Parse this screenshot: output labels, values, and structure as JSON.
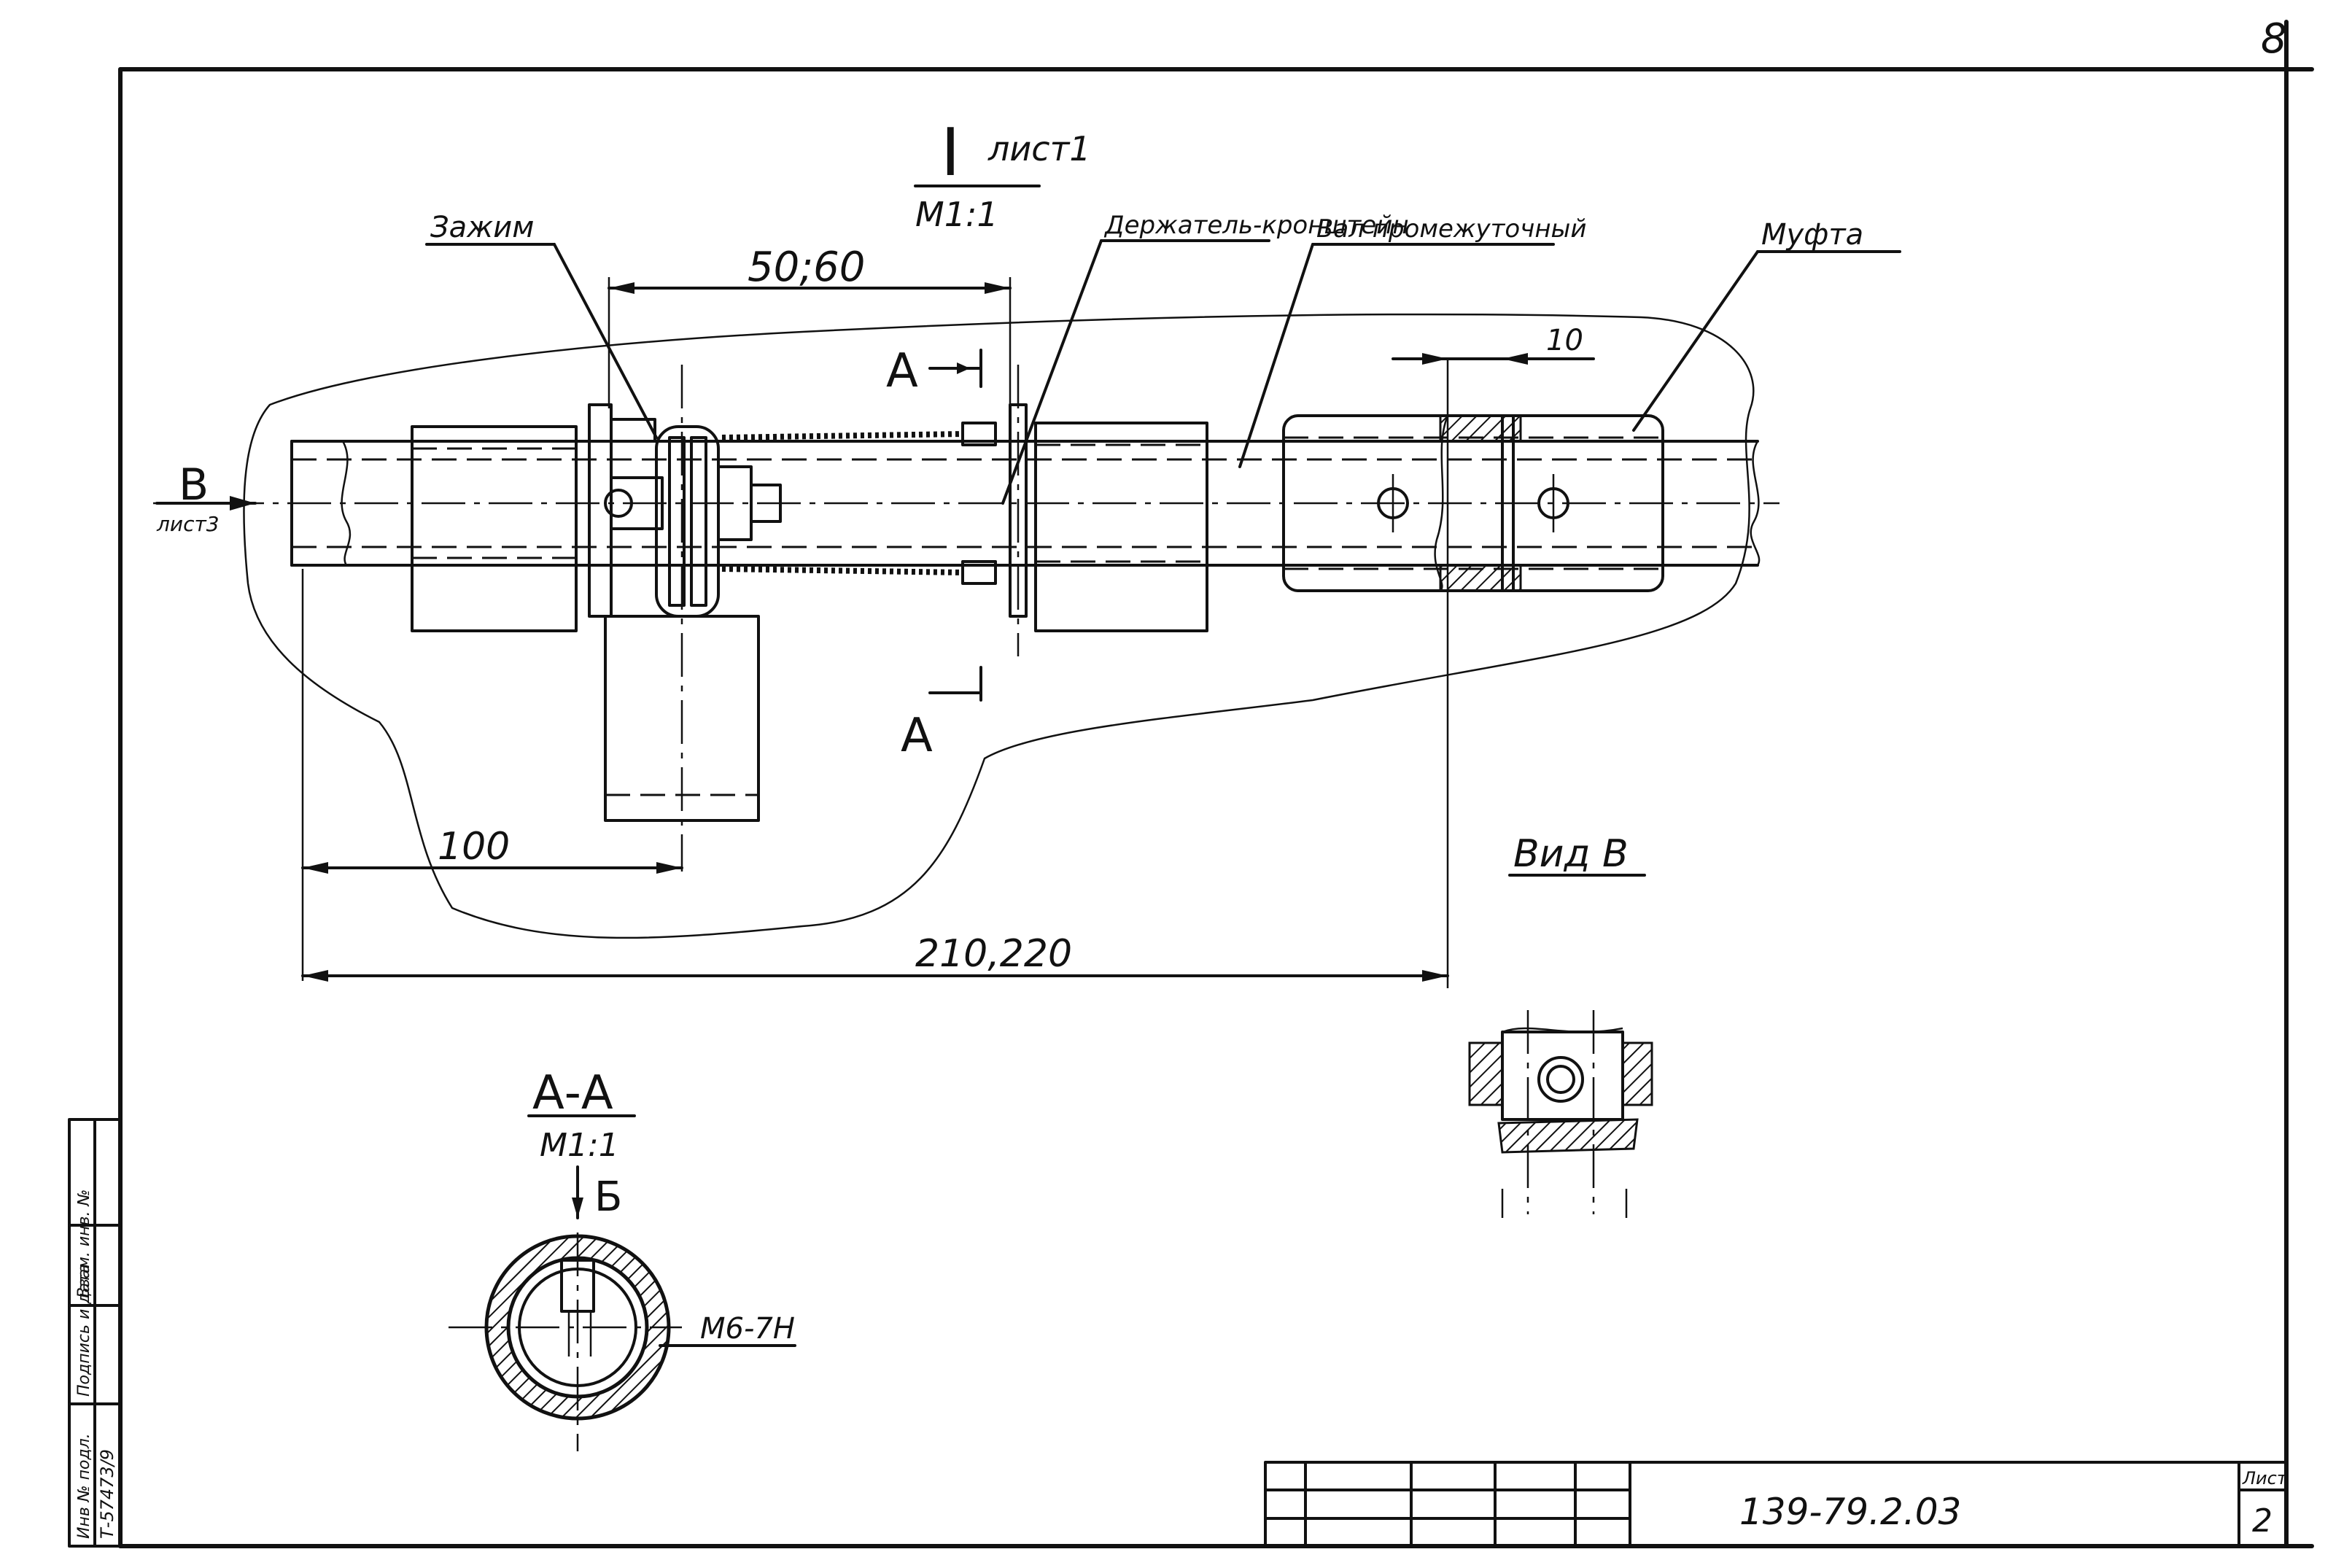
{
  "sheet_corner_number": "8",
  "view_title": {
    "numeral": "I",
    "sheet_ref": "лист1",
    "scale": "М1:1"
  },
  "labels": {
    "clamp": "Зажим",
    "holder": "Держатель-кронштейн",
    "shaft": "Вал промежуточный",
    "coupling": "Муфта"
  },
  "dimensions": {
    "top_span": "50;60",
    "gap": "10",
    "left": "100",
    "total": "210,220"
  },
  "section_marks": {
    "top": "А",
    "bottom": "А"
  },
  "view_arrow": {
    "letter": "В",
    "ref": "лист3"
  },
  "view_b_title": "Вид В",
  "section_aa": {
    "title": "А-А",
    "scale": "М1:1",
    "arrow_letter": "Б",
    "thread": "М6-7Н"
  },
  "title_block": {
    "doc_code": "139-79.2.03",
    "sheet_label": "Лист",
    "sheet_number": "2"
  },
  "side_stamp": {
    "row1": "Инв № подл.",
    "row2": "Подпись и дата",
    "row3": "Взам. инв. №",
    "inv_number": "Т-57473/9"
  }
}
